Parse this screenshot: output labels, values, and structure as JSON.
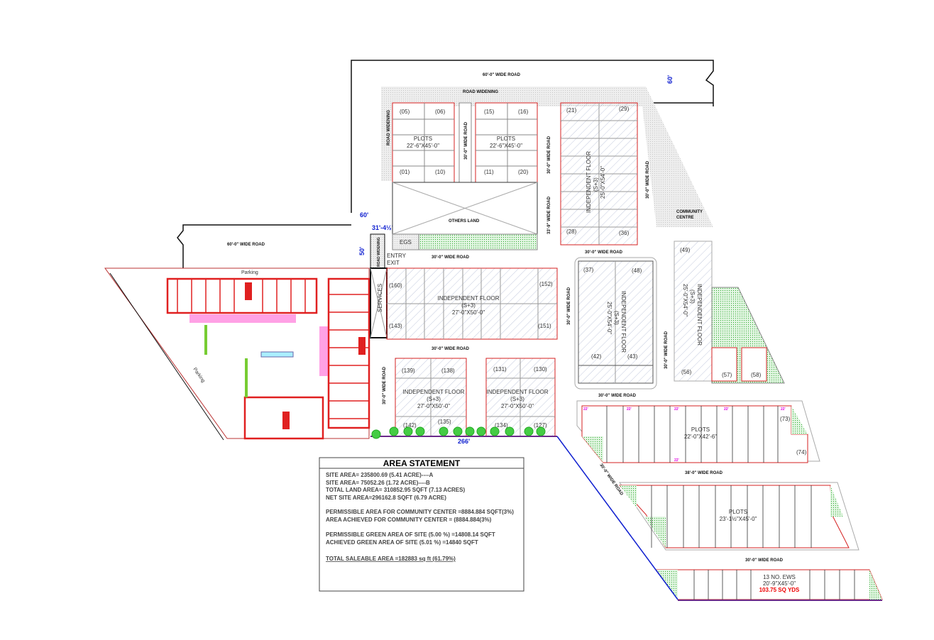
{
  "roads": {
    "top_road": "60'-0\" WIDE ROAD",
    "left_road": "60'-0\" WIDE ROAD",
    "road_widening": "ROAD WIDENING",
    "r30": "30'-0\" WIDE ROAD",
    "r33": "33'-9\" WIDE ROAD",
    "r38": "38'-0\" WIDE ROAD",
    "dim_60_top": "60'",
    "dim_60_left": "60'",
    "dim_50": "50'",
    "dim_31": "31'-4½\"",
    "dim_266": "266'"
  },
  "blocks": {
    "plots_a": {
      "title": "PLOTS",
      "size": "22'-6\"X45'-0\"",
      "nums": [
        "(05)",
        "(06)",
        "(01)",
        "(10)"
      ]
    },
    "plots_b": {
      "title": "PLOTS",
      "size": "22'-6\"X45'-0\"",
      "nums": [
        "(15)",
        "(16)",
        "(11)",
        "(20)"
      ]
    },
    "others_land": "OTHERS LAND",
    "egs": "EGS",
    "entry": "ENTRY",
    "exit": "EXIT",
    "services": "SERVICES",
    "community": [
      "COMMUNITY",
      "CENTRE"
    ],
    "if_21": {
      "title": "INDEPENDENT FLOOR",
      "sub": "(S+3)",
      "size": "25'-0\"X54'-0\"",
      "nums": [
        "(21)",
        "(29)",
        "(28)",
        "(36)"
      ]
    },
    "if_160": {
      "title": "INDEPENDENT FLOOR",
      "sub": "(S+3)",
      "size": "27'-0\"X50'-0\"",
      "nums": [
        "(160)",
        "(152)",
        "(143)",
        "(151)"
      ]
    },
    "if_139": {
      "title": "INDEPENDENT FLOOR",
      "sub": "(S+3)",
      "size": "27'-0\"X50'-0\"",
      "nums": [
        "(139)",
        "(138)",
        "(142)",
        "(135)"
      ]
    },
    "if_131": {
      "title": "INDEPENDENT FLOOR",
      "sub": "(S+3)",
      "size": "27'-0\"X50'-0\"",
      "nums": [
        "(131)",
        "(130)",
        "(134)",
        "(127)"
      ]
    },
    "if_37": {
      "title": "INDEPENDENT FLOOR",
      "sub": "(S+3)",
      "size": "25'-0\"X54'-0\"",
      "nums": [
        "(37)",
        "(48)",
        "(42)",
        "(43)"
      ]
    },
    "if_49": {
      "title": "INDEPENDENT FLOOR",
      "sub": "(S+3)",
      "size": "25'-0\"X54'-0\"",
      "nums": [
        "(49)",
        "(56)",
        "(57)",
        "(58)"
      ]
    },
    "plots_c": {
      "title": "PLOTS",
      "size": "22'-0\"X42'-6\"",
      "nums": [
        "(73)",
        "(74)"
      ]
    },
    "plots_d": {
      "title": "PLOTS",
      "size": "23'-1½\"X45'-0\""
    },
    "ews": {
      "title": "13 NO. EWS",
      "size": "20'-9\"X45'-0\"",
      "area": "103.75 SQ YDS"
    },
    "parking": "Parking",
    "dim_22": "22'"
  },
  "area_statement": {
    "title": "AREA STATEMENT",
    "lines": [
      "SITE AREA= 235800.69 (5.41 ACRE)----A",
      "SITE AREA= 75052.26 (1.72 ACRE)----B",
      "TOTAL LAND AREA= 310852.95 SQFT (7.13 ACRES)",
      "NET SITE AREA=296162.8 SQFT (6.79 ACRE)",
      "PERMISSIBLE AREA  FOR COMMUNITY CENTER  =8884.884 SQFT(3%)",
      "AREA ACHIEVED  FOR COMMUNITY CENTER  = (8884.884(3%)",
      "PERMISSIBLE GREEN AREA OF SITE (5.00 %) =14808.14 SQFT",
      "ACHIEVED GREEN AREA OF SITE (5.01 %)  =14840 SQFT"
    ],
    "total": "TOTAL SALEABLE  AREA =182883 sq ft  (61.79%)"
  },
  "colors": {
    "red": "#d42020",
    "green": "#33aa33",
    "magenta": "#e000e0",
    "blue": "#1020d0"
  }
}
